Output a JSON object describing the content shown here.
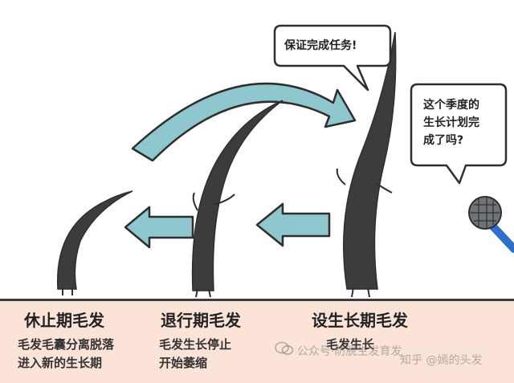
{
  "speech": {
    "bubble1": "保证完成任务!",
    "bubble2_lines": [
      "这个季度的",
      "生长计划完",
      "成了吗?"
    ]
  },
  "stages": [
    {
      "title": "休止期毛发",
      "desc_lines": [
        "毛发毛囊分离脱落",
        "进入新的生长期"
      ]
    },
    {
      "title": "退行期毛发",
      "desc_lines": [
        "毛发生长停止",
        "开始萎缩"
      ]
    },
    {
      "title": "设生长期毛发",
      "desc_lines": [
        "毛发生长"
      ]
    }
  ],
  "watermark": {
    "left": "公众号·防脱生发育发",
    "right": "知乎 @嫣的头发"
  },
  "colors": {
    "arrow_fill": "#8fc7cf",
    "arrow_stroke": "#2e2e2e",
    "hair": "#3c3c3c",
    "ground": "#fbe3d7",
    "mic_head": "#6f7478",
    "mic_handle": "#2f6fcc"
  }
}
